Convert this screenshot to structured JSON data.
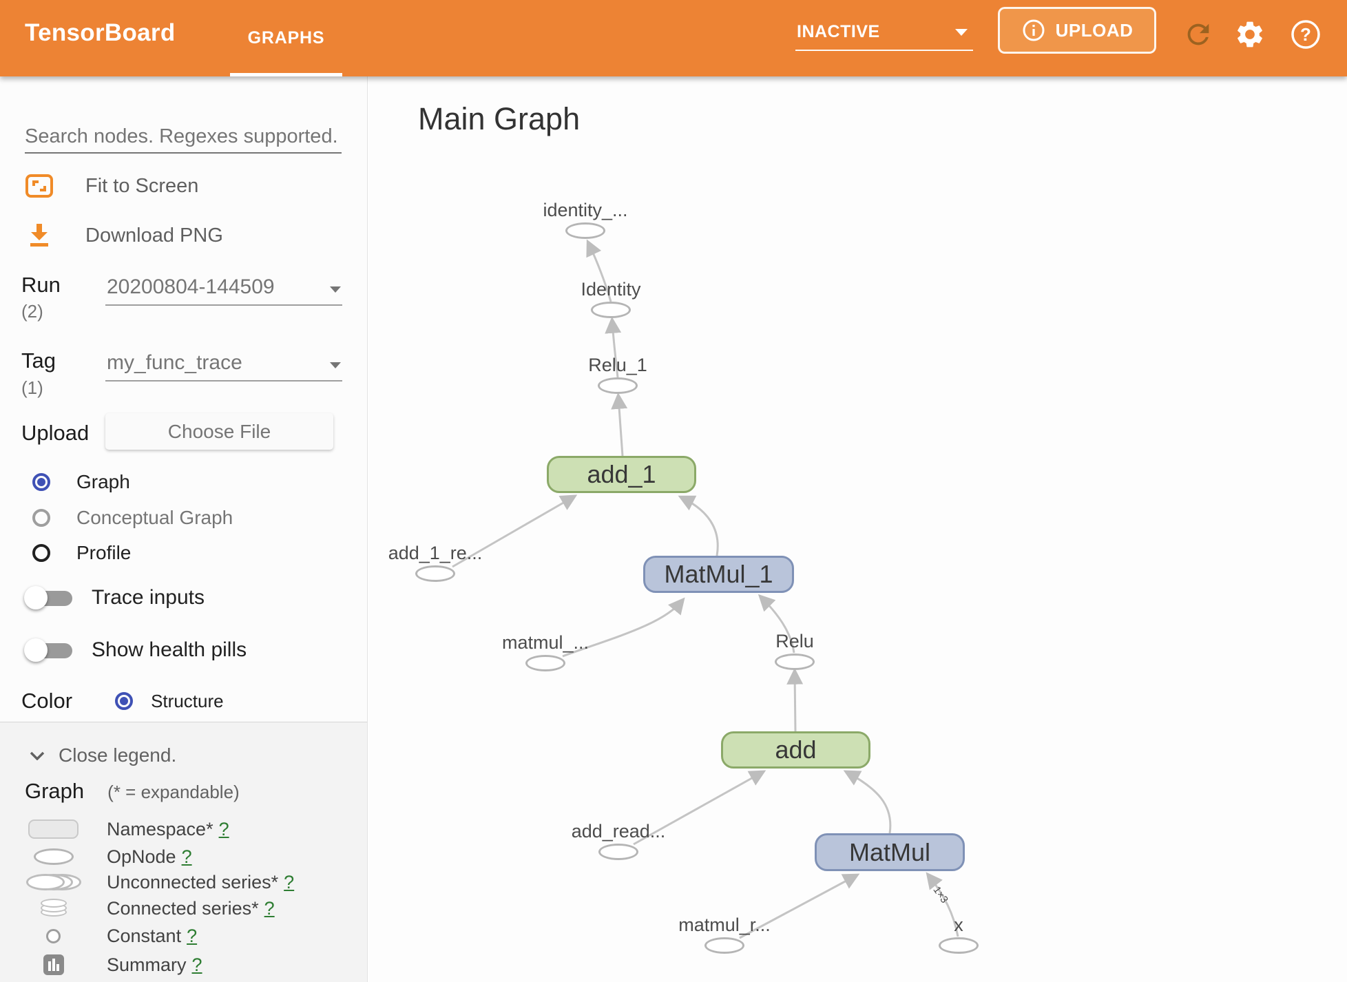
{
  "colors": {
    "header_bg": "#ed8334",
    "upload_bg": "#f0964a",
    "accent_blue": "#3f51b5",
    "node_green_fill": "#cde0b4",
    "node_green_border": "#8ba968",
    "node_blue_fill": "#b9c4da",
    "node_blue_border": "#7f91b6",
    "edge_color": "#c4c4c4",
    "ellipse_border": "#b5b5b5",
    "help_green": "#2e7d32"
  },
  "header": {
    "title": "TensorBoard",
    "tab": "GRAPHS",
    "status_dropdown": "INACTIVE",
    "upload_label": "UPLOAD",
    "icons": [
      "info-icon",
      "refresh-icon",
      "gear-icon",
      "help-icon"
    ]
  },
  "sidebar": {
    "search_placeholder": "Search nodes. Regexes supported.",
    "fit_to_screen": "Fit to Screen",
    "download_png": "Download PNG",
    "run": {
      "label": "Run",
      "count": "(2)",
      "value": "20200804-144509"
    },
    "tag": {
      "label": "Tag",
      "count": "(1)",
      "value": "my_func_trace"
    },
    "upload": {
      "label": "Upload",
      "button": "Choose File"
    },
    "graph_type_options": [
      {
        "label": "Graph",
        "selected": true
      },
      {
        "label": "Conceptual Graph",
        "selected": false
      },
      {
        "label": "Profile",
        "selected": false
      }
    ],
    "toggles": [
      {
        "label": "Trace inputs",
        "on": false
      },
      {
        "label": "Show health pills",
        "on": false
      }
    ],
    "color_by": {
      "label": "Color",
      "option": "Structure",
      "selected": true
    },
    "legend": {
      "close_label": "Close legend.",
      "section_title": "Graph",
      "expandable_note": "(* = expandable)",
      "items": [
        {
          "swatch": "namespace",
          "label": "Namespace*",
          "help": "?"
        },
        {
          "swatch": "opnode",
          "label": "OpNode",
          "help": "?"
        },
        {
          "swatch": "unconnected-series",
          "label": "Unconnected series*",
          "help": "?"
        },
        {
          "swatch": "connected-series",
          "label": "Connected series*",
          "help": "?"
        },
        {
          "swatch": "constant",
          "label": "Constant",
          "help": "?"
        },
        {
          "swatch": "summary",
          "label": "Summary",
          "help": "?"
        }
      ]
    }
  },
  "main": {
    "title": "Main Graph",
    "graph": {
      "op_nodes": [
        {
          "label": "identity_..."
        },
        {
          "label": "Identity"
        },
        {
          "label": "Relu_1"
        },
        {
          "label": "add_1_re..."
        },
        {
          "label": "matmul_..."
        },
        {
          "label": "Relu"
        },
        {
          "label": "add_read..."
        },
        {
          "label": "matmul_r..."
        },
        {
          "label": "x"
        }
      ],
      "boxes": [
        {
          "label": "add_1",
          "color": "green"
        },
        {
          "label": "MatMul_1",
          "color": "blue"
        },
        {
          "label": "add",
          "color": "green"
        },
        {
          "label": "MatMul",
          "color": "blue"
        }
      ],
      "edges": [
        {
          "from": "Identity",
          "to": "identity_..."
        },
        {
          "from": "Relu_1",
          "to": "Identity"
        },
        {
          "from": "add_1",
          "to": "Relu_1"
        },
        {
          "from": "add_1_re...",
          "to": "add_1"
        },
        {
          "from": "MatMul_1",
          "to": "add_1"
        },
        {
          "from": "matmul_...",
          "to": "MatMul_1"
        },
        {
          "from": "Relu",
          "to": "MatMul_1"
        },
        {
          "from": "add",
          "to": "Relu"
        },
        {
          "from": "add_read...",
          "to": "add"
        },
        {
          "from": "MatMul",
          "to": "add"
        },
        {
          "from": "matmul_r...",
          "to": "MatMul"
        },
        {
          "from": "x",
          "to": "MatMul",
          "shape_label": "1×3"
        }
      ],
      "edge_shape_label": "1×3"
    }
  }
}
